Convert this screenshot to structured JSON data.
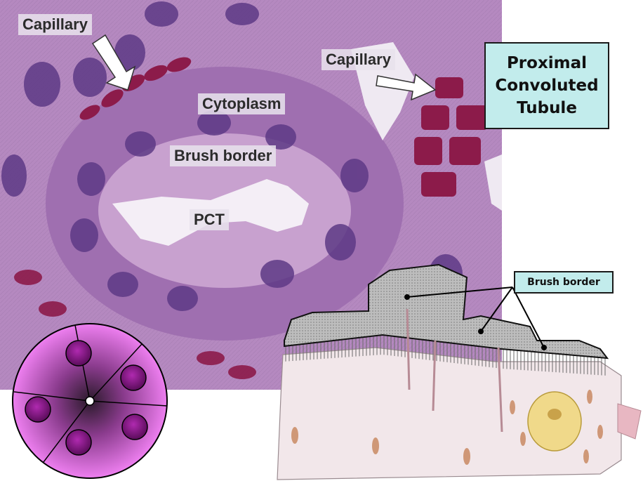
{
  "micrograph": {
    "labels": {
      "capillary_left": "Capillary",
      "capillary_right": "Capillary",
      "cytoplasm": "Cytoplasm",
      "brush_border": "Brush border",
      "pct": "PCT"
    }
  },
  "title_box": {
    "line1": "Proximal",
    "line2": "Convoluted",
    "line3": "Tubule"
  },
  "diagram": {
    "callout": "Brush border"
  },
  "colors": {
    "tissue": "#b07fbb",
    "nucleus": "#5e3a86",
    "rbc": "#8c1b4a",
    "callout_bg": "#c2ecec",
    "section_pink": "#e472e6"
  }
}
